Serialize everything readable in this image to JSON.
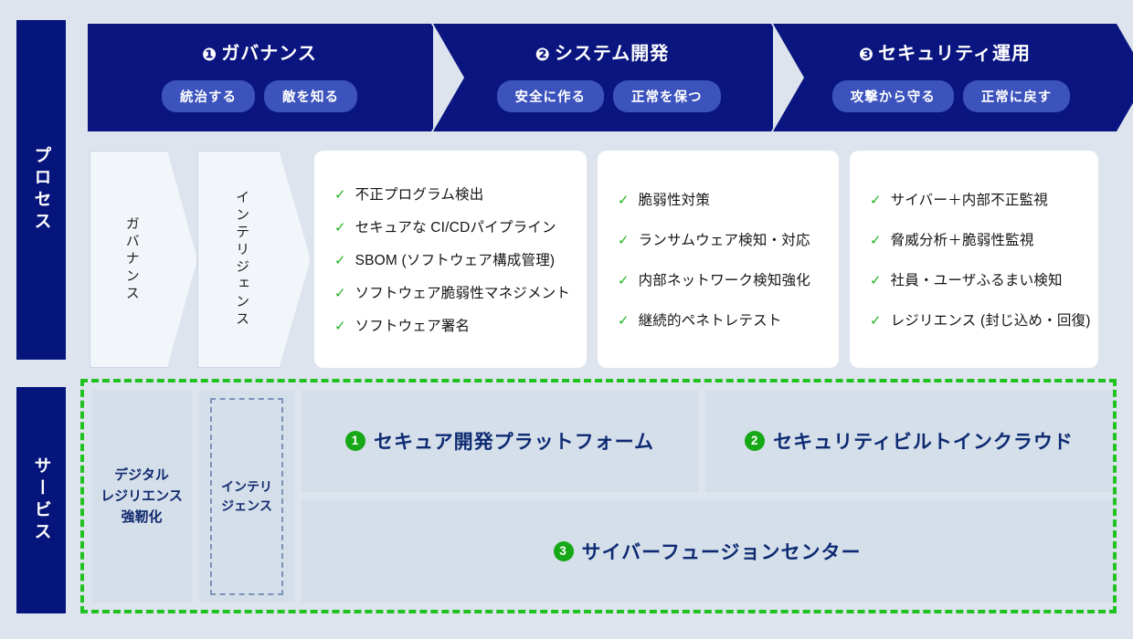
{
  "background_color": "#dde4ee",
  "accent_navy": "#0a1580",
  "accent_green": "#16a816",
  "sidebars": [
    {
      "name": "process",
      "label": "プロセス"
    },
    {
      "name": "service",
      "label": "サービス"
    }
  ],
  "phases": [
    {
      "number": "❶",
      "title": "ガバナンス",
      "pills": [
        "統治する",
        "敵を知る"
      ]
    },
    {
      "number": "❷",
      "title": "システム開発",
      "pills": [
        "安全に作る",
        "正常を保つ"
      ]
    },
    {
      "number": "❸",
      "title": "セキュリティ運用",
      "pills": [
        "攻撃から守る",
        "正常に戻す"
      ]
    }
  ],
  "process_chevrons": [
    {
      "label": "ガバナンス"
    },
    {
      "label": "インテリジェンス"
    }
  ],
  "process_cards": [
    {
      "check_icon": "check-icon",
      "items": [
        "不正プログラム検出",
        "セキュアな CI/CDパイプライン",
        "SBOM (ソフトウェア構成管理)",
        "ソフトウェア脆弱性マネジメント",
        "ソフトウェア署名"
      ]
    },
    {
      "check_icon": "check-icon",
      "items": [
        "脆弱性対策",
        "ランサムウェア検知・対応",
        "内部ネットワーク検知強化",
        "継続的ペネトレテスト"
      ]
    },
    {
      "check_icon": "check-icon",
      "items": [
        "サイバー＋内部不正監視",
        "脅威分析＋脆弱性監視",
        "社員・ユーザふるまい検知",
        "レジリエンス (封じ込め・回復)"
      ]
    }
  ],
  "service": {
    "resilience_label": "デジタル\nレジリエンス\n強靭化",
    "intelligence_label": "インテリ\nジェンス",
    "platforms": [
      {
        "number": "1",
        "title": "セキュア開発プラットフォーム"
      },
      {
        "number": "2",
        "title": "セキュリティビルトインクラウド"
      }
    ],
    "fusion": {
      "number": "3",
      "title": "サイバーフュージョンセンター"
    }
  }
}
